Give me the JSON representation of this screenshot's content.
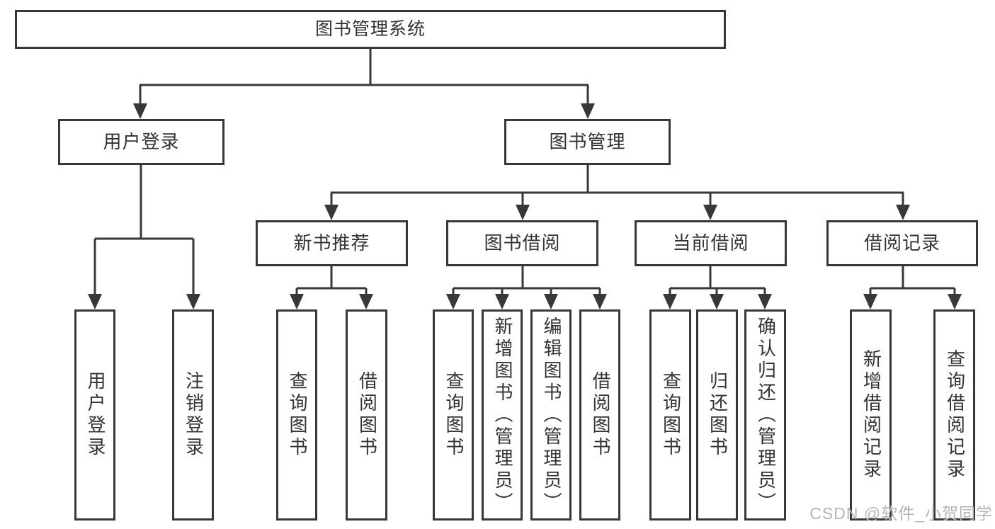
{
  "diagram": {
    "type": "hierarchy-flowchart",
    "watermark": "CSDN @软件_小贺同学",
    "colors": {
      "line": "#383838",
      "box_border": "#383838",
      "text": "#333333",
      "background": "#ffffff",
      "watermark": "#b5b5b5"
    },
    "tree": {
      "label": "图书管理系统",
      "children": [
        {
          "label": "用户登录",
          "children": [
            {
              "label": "用户登录"
            },
            {
              "label": "注销登录"
            }
          ]
        },
        {
          "label": "图书管理",
          "children": [
            {
              "label": "新书推荐",
              "children": [
                {
                  "label": "查询图书"
                },
                {
                  "label": "借阅图书"
                }
              ]
            },
            {
              "label": "图书借阅",
              "children": [
                {
                  "label": "查询图书"
                },
                {
                  "label": "新增图书（管理员）"
                },
                {
                  "label": "编辑图书（管理员）"
                },
                {
                  "label": "借阅图书"
                }
              ]
            },
            {
              "label": "当前借阅",
              "children": [
                {
                  "label": "查询图书"
                },
                {
                  "label": "归还图书"
                },
                {
                  "label": "确认归还（管理员）"
                }
              ]
            },
            {
              "label": "借阅记录",
              "children": [
                {
                  "label": "新增借阅记录"
                },
                {
                  "label": "查询借阅记录"
                }
              ]
            }
          ]
        }
      ]
    }
  }
}
